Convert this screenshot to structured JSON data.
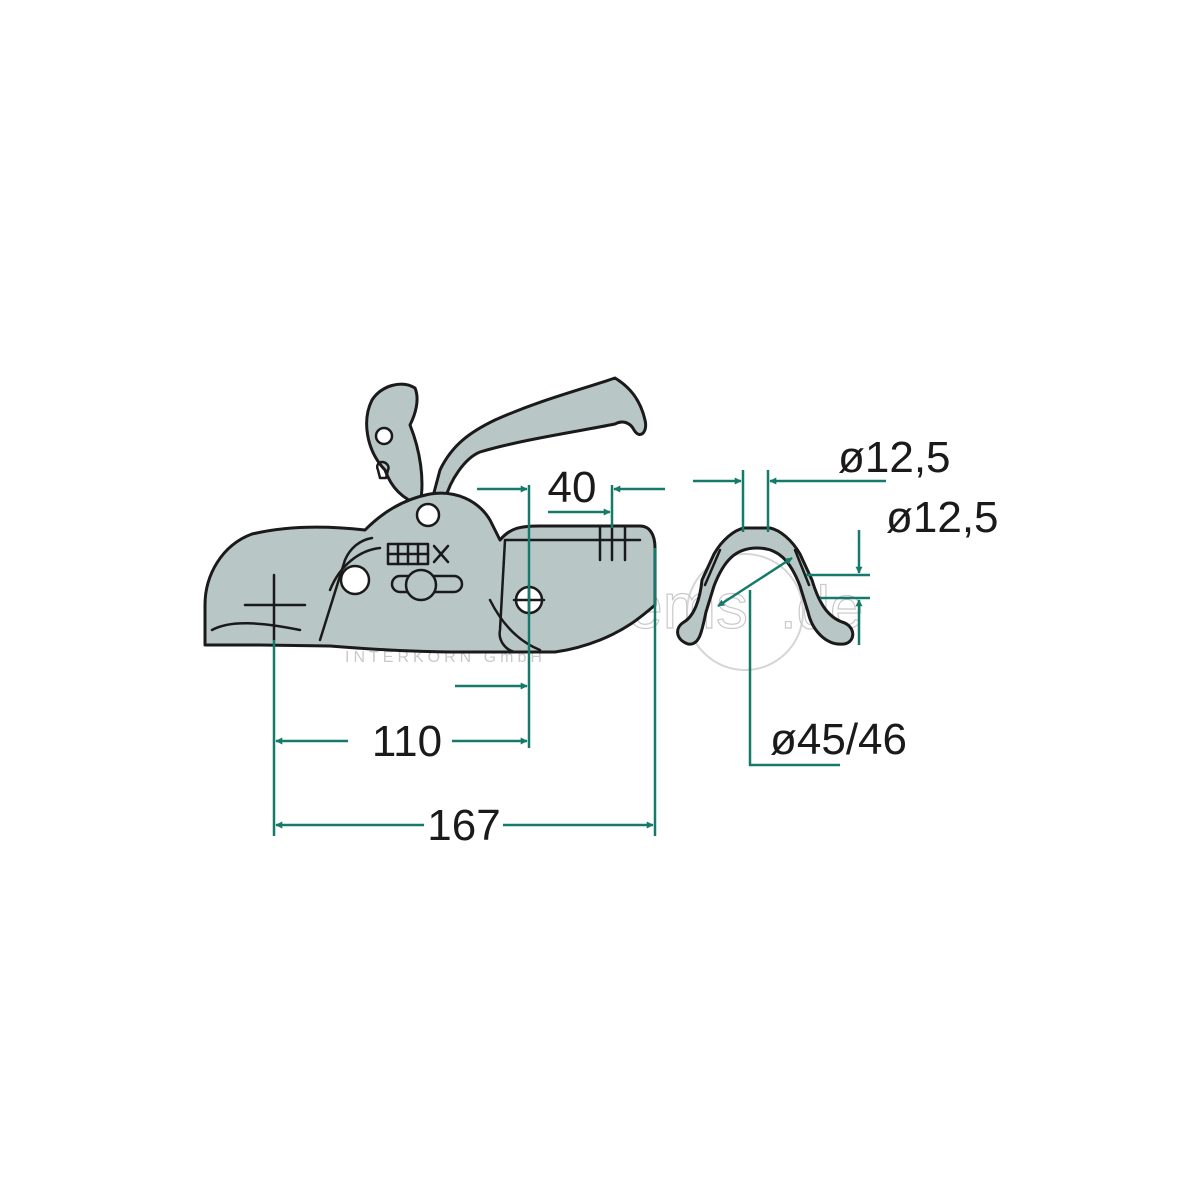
{
  "dimensions": {
    "length_total": "167",
    "length_ball_center": "110",
    "width_40": "40",
    "hole_diameter_1": "ø12,5",
    "hole_diameter_2": "ø12,5",
    "drawbar_diameter": "ø45/46"
  },
  "watermark": {
    "brand": "TruckSystems",
    "suffix": ".de",
    "company": "INTERKORN GmbH"
  },
  "colors": {
    "part_fill": "#b9c6c6",
    "outline": "#1a1a1a",
    "dimension_lines": "#157a6a",
    "watermark": "#c9c9c9"
  }
}
